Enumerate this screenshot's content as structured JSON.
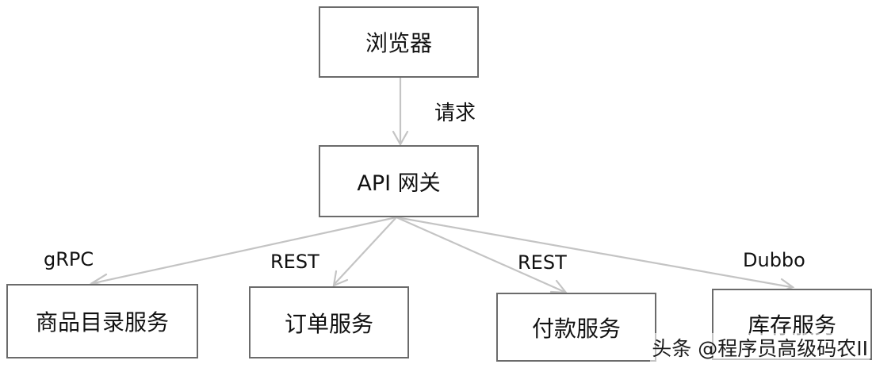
{
  "nodes": {
    "browser": "浏览器",
    "gateway": "API 网关",
    "catalog": "商品目录服务",
    "order": "订单服务",
    "payment": "付款服务",
    "inventory": "库存服务"
  },
  "edges": {
    "request": "请求",
    "grpc": "gRPC",
    "rest_order": "REST",
    "rest_payment": "REST",
    "dubbo": "Dubbo"
  },
  "watermark": "头条 @程序员高级码农II",
  "colors": {
    "edge": "#c4c4c4",
    "border": "#6b6b6b"
  }
}
